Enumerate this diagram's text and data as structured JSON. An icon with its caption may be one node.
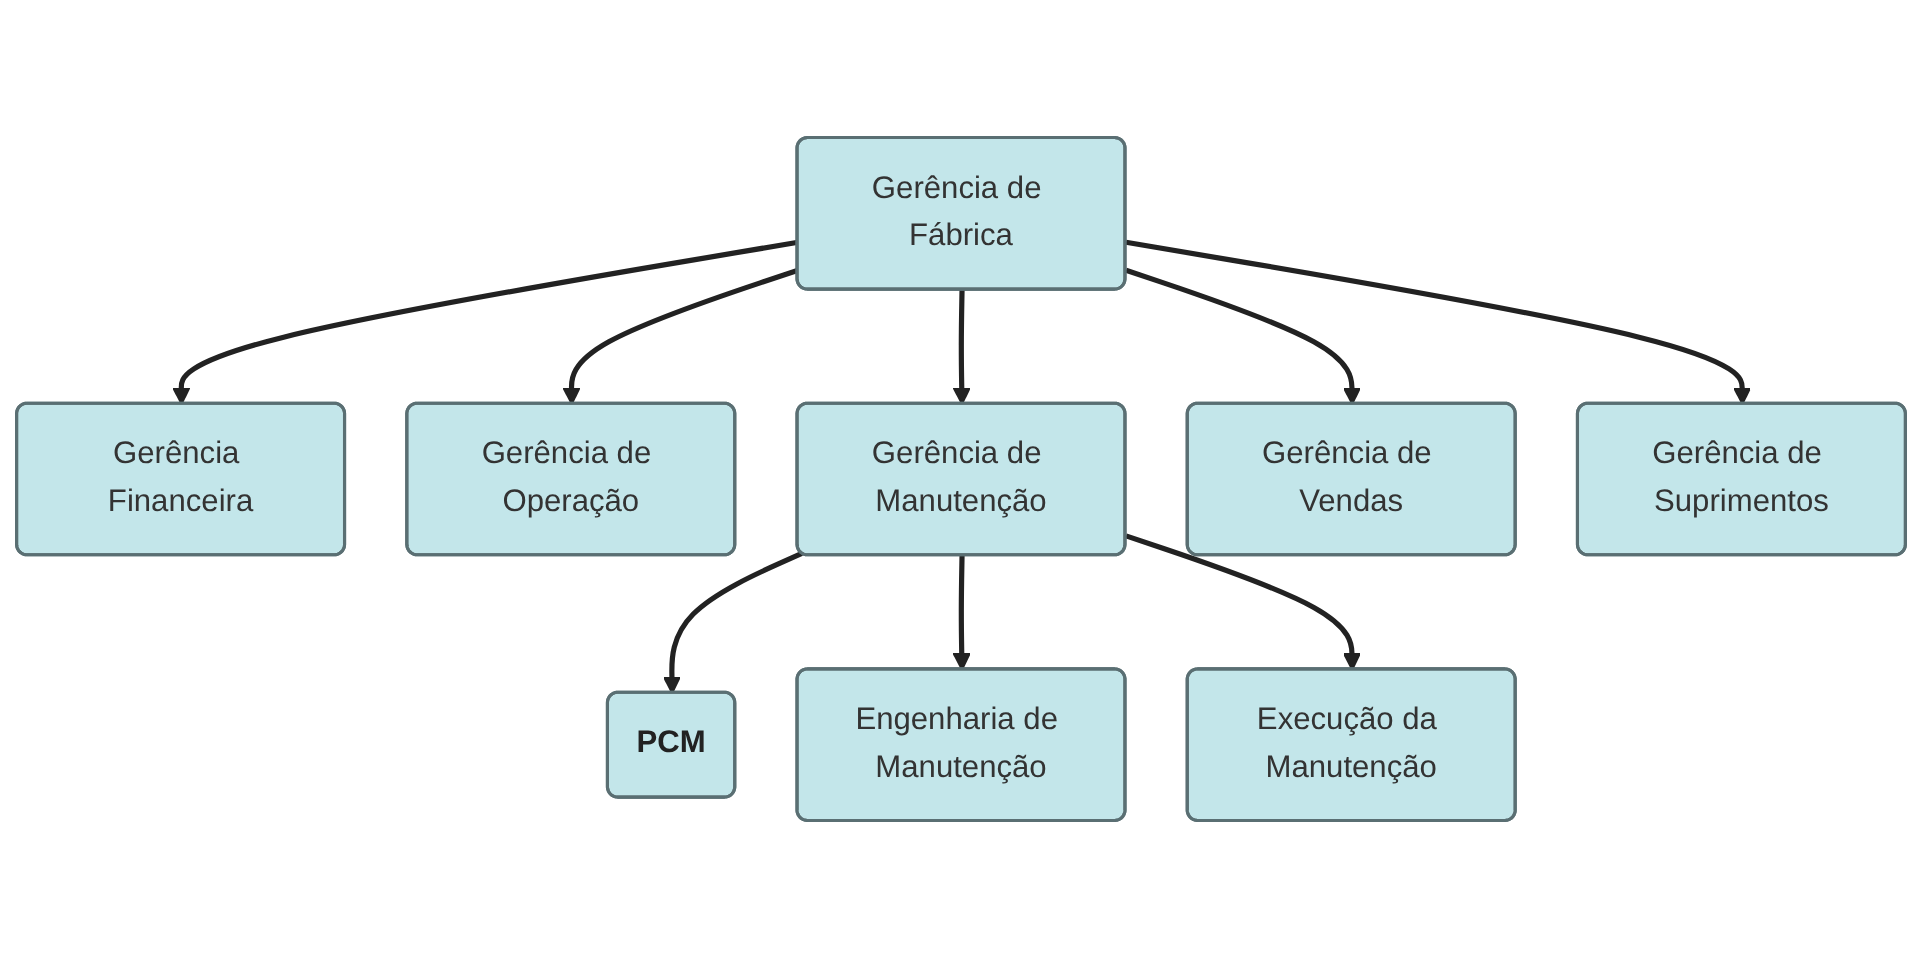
{
  "diagram": {
    "nodes": [
      {
        "text": [
          "Gerência de Fábrica"
        ]
      },
      {
        "text": [
          "Gerência Financeira"
        ]
      },
      {
        "text": [
          "Gerência de Operação"
        ]
      },
      {
        "text": [
          "Gerência de Manutenção"
        ]
      },
      {
        "text": [
          "Gerência de Vendas"
        ]
      },
      {
        "text": [
          "Gerência de Suprimentos"
        ]
      },
      {
        "text": [
          "PCM"
        ]
      },
      {
        "text": [
          "Engenharia de Manutenção"
        ]
      },
      {
        "text": [
          "Execução da Manutenção"
        ]
      }
    ],
    "edges": [
      {
        "from": 0,
        "to": 1,
        "arrow": "to"
      },
      {
        "from": 0,
        "to": 2,
        "arrow": "to"
      },
      {
        "from": 0,
        "to": 3,
        "arrow": "to"
      },
      {
        "from": 0,
        "to": 4,
        "arrow": "to"
      },
      {
        "from": 0,
        "to": 5,
        "arrow": "to"
      },
      {
        "from": 3,
        "to": 6,
        "arrow": "to"
      },
      {
        "from": 3,
        "to": 7,
        "arrow": "to"
      },
      {
        "from": 3,
        "to": 8,
        "arrow": "to"
      }
    ]
  }
}
